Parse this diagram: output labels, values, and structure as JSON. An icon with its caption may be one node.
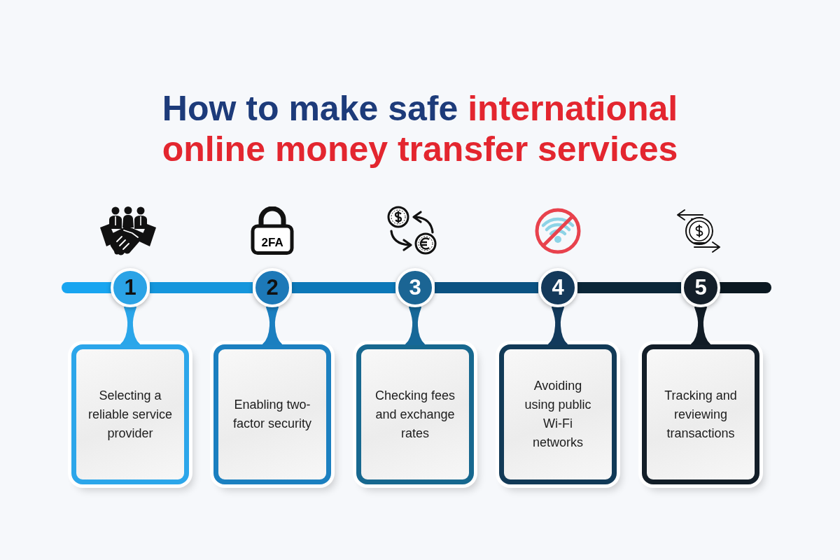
{
  "diagram": {
    "title": "How to make safe international online money transfer services",
    "nodes": [
      {
        "text": [
          "1"
        ]
      },
      {
        "text": [
          "2"
        ]
      },
      {
        "text": [
          "3"
        ]
      },
      {
        "text": [
          "4"
        ]
      },
      {
        "text": [
          "5"
        ]
      },
      {
        "text": [
          "Selecting a reliable service provider"
        ]
      },
      {
        "text": [
          "Enabling two-factor security"
        ]
      },
      {
        "text": [
          "Checking fees and exchange rates"
        ]
      },
      {
        "text": [
          "Avoiding using public Wi-Fi networks"
        ]
      },
      {
        "text": [
          "Tracking and reviewing transactions"
        ]
      }
    ],
    "edges": [
      {
        "from": 0,
        "to": 1,
        "arrow": "none",
        "color": "#1596dc"
      },
      {
        "from": 1,
        "to": 2,
        "arrow": "none",
        "color": "#0c78b8"
      },
      {
        "from": 2,
        "to": 3,
        "arrow": "none",
        "color": "#0b5282"
      },
      {
        "from": 3,
        "to": 4,
        "arrow": "none",
        "color": "#0b2638"
      },
      {
        "from": 0,
        "to": 5,
        "arrow": "none",
        "color": "#2aa6ea"
      },
      {
        "from": 1,
        "to": 6,
        "arrow": "none",
        "color": "#1b7fc0"
      },
      {
        "from": 2,
        "to": 7,
        "arrow": "none",
        "color": "#166898"
      },
      {
        "from": 3,
        "to": 8,
        "arrow": "none",
        "color": "#123a5c"
      },
      {
        "from": 4,
        "to": 9,
        "arrow": "none",
        "color": "#111c26"
      }
    ],
    "labels": [
      "2FA"
    ]
  }
}
